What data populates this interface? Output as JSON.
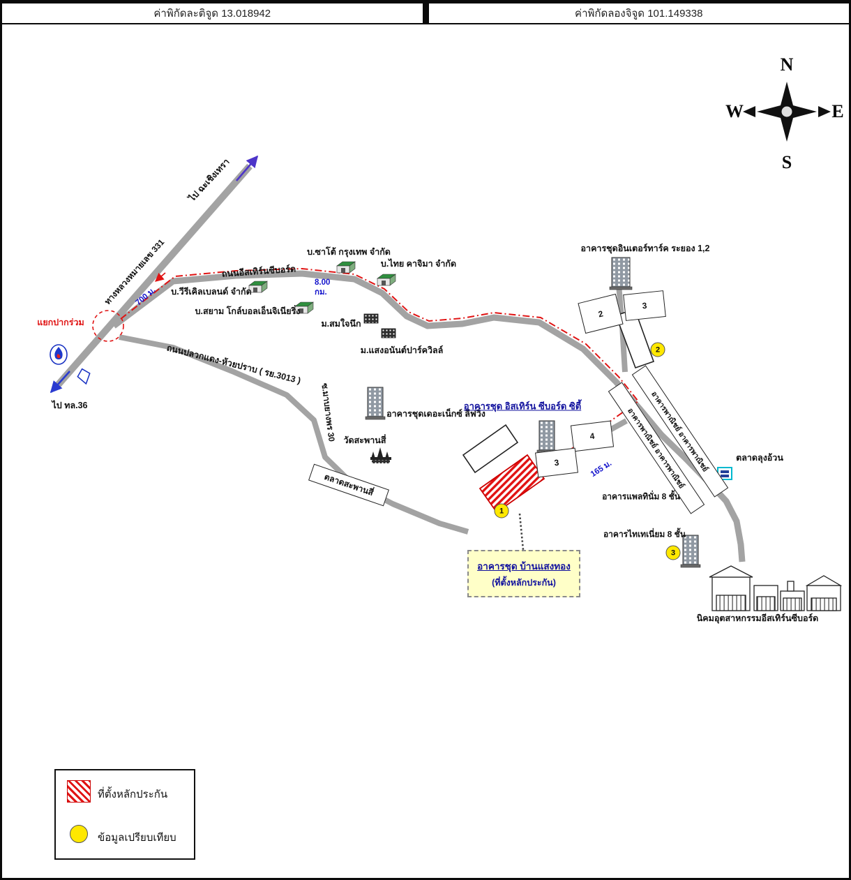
{
  "header": {
    "latitude": "ค่าพิกัดละติจูด 13.018942",
    "longitude": "ค่าพิกัดลองจิจูด 101.149338"
  },
  "compass": {
    "north": "N",
    "south": "S",
    "east": "E",
    "west": "W"
  },
  "roads": {
    "highway_331": "ทางหลวงหมายเลข 331",
    "to_chachoengsao": "ไป ฉะเชิงเทรา",
    "to_highway_36": "ไป ทล.36",
    "pak_ruam_junction": "แยกปากร่วม",
    "eastern_seaboard_road": "ถนนอีสเทิร์นซีบอร์ด",
    "pluakdaeng_huayprab_road": "ถนนปลวกแดง-ห้วยปราบ ( รย.3013 )",
    "soi_mabyangporn_30": "ซ.มาบยางพร 30"
  },
  "route": {
    "dist_700m": "700 ม.",
    "dist_8km_value": "8.00",
    "dist_8km_unit": "กม.",
    "dist_165m": "165 ม."
  },
  "places": {
    "sato_bangkok": "บ.ซาโต้ กรุงเทพ จำกัด",
    "thai_kajima": "บ.ไทย คาจิมา จำกัด",
    "viricle_blend": "บ.วีรีเคิลเบลนด์ จำกัด",
    "siam_global_engineering": "บ.สยาม โกล์บอลเอ็นจิเนียริ่ง",
    "somjainuek_village": "ม.สมใจนึก",
    "saeng_anan_park_ville": "ม.แสงอนันต์ปาร์ควิลล์",
    "intertarc_condo": "อาคารชุดอินเตอร์ทาร์ค ระยอง 1,2",
    "the_next_living_condo": "อาคารชุดเดอะเน็กซ์ ลีฟวิ่ง",
    "wat_saphan_si": "วัดสะพานสี่",
    "talat_saphan_si": "ตลาดสะพานสี่",
    "eastern_seaboard_city_condo": "อาคารชุด อิสเทิร์น ซีบอร์ด ซิตี้",
    "commercial_row_1": "อาคารพาณิชย์ อาคารพาณิชย์",
    "commercial_row_2": "อาคารพาณิชย์ อาคารพาณิชย์",
    "talat_lung_uan": "ตลาดลุงอ้วน",
    "platinum_building": "อาคารแพลทินั่ม 8 ชั้น",
    "titanium_building": "อาคารไทเทเนี่ยม 8 ชั้น",
    "industrial_estate": "นิคมอุตสาหกรรมอีสเทิร์นซีบอร์ด"
  },
  "markers": {
    "m1": "1",
    "m2": "2",
    "m3": "3"
  },
  "blocks": {
    "block2": "2",
    "block3a": "3",
    "block4": "4",
    "block3b": "3"
  },
  "subject": {
    "name": "อาคารชุด บ้านแสงทอง",
    "role": "(ที่ตั้งหลักประกัน)"
  },
  "legend": {
    "collateral": "ที่ตั้งหลักประกัน",
    "comparable": "ข้อมูลเปรียบเทียบ"
  },
  "colors": {
    "road_gray": "#a3a3a3",
    "route_red": "#e01313",
    "distance_blue": "#1515cc",
    "marker_yellow": "#ffe800",
    "subject_navy": "#12129e",
    "hatch_red": "#e21212"
  }
}
